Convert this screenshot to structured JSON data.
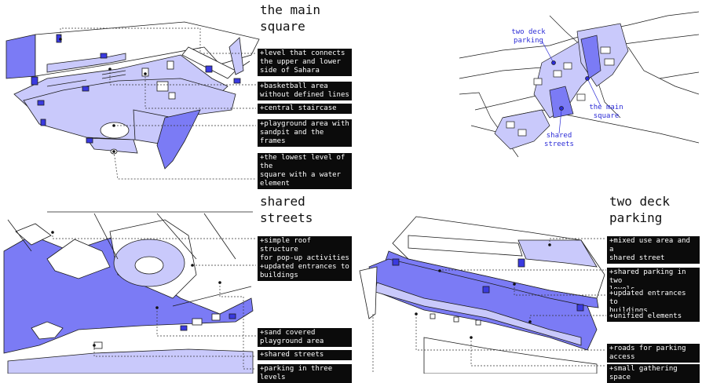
{
  "colors": {
    "accent_blue": "#7b7bf5",
    "light_blue": "#c9c9fb",
    "deep_blue": "#3a3ae0",
    "ink": "#1b1b1b",
    "label_bg": "#0b0b0b",
    "label_text": "#ffffff",
    "map_text": "#2b2bd6"
  },
  "sections": {
    "main_square": {
      "title": "the main\nsquare",
      "labels": [
        "+level that connects\nthe upper and lower\nside of Sahara",
        "+basketball area\nwithout defined lines",
        "+central staircase",
        "+playground area with\nsandpit and the frames",
        "+the lowest level of the\nsquare with a water\nelement"
      ]
    },
    "shared_streets": {
      "title": "shared\nstreets",
      "labels": [
        "+simple roof structure\nfor pop-up activities",
        "+updated entrances to\nbuildings",
        "+sand covered\nplayground area",
        "+shared streets",
        "+parking in three levels"
      ]
    },
    "two_deck_parking": {
      "title": "two deck\nparking",
      "labels": [
        "+mixed use area and a\nshared street",
        "+shared parking in two\nlevels",
        "+updated entrances to\nbuildings",
        "+unified elements",
        "+roads for parking\naccess",
        "+small gathering space"
      ]
    }
  },
  "site_map": {
    "labels": {
      "parking": "two deck\nparking",
      "square": "the main\nsquare",
      "streets": "shared\nstreets"
    }
  }
}
